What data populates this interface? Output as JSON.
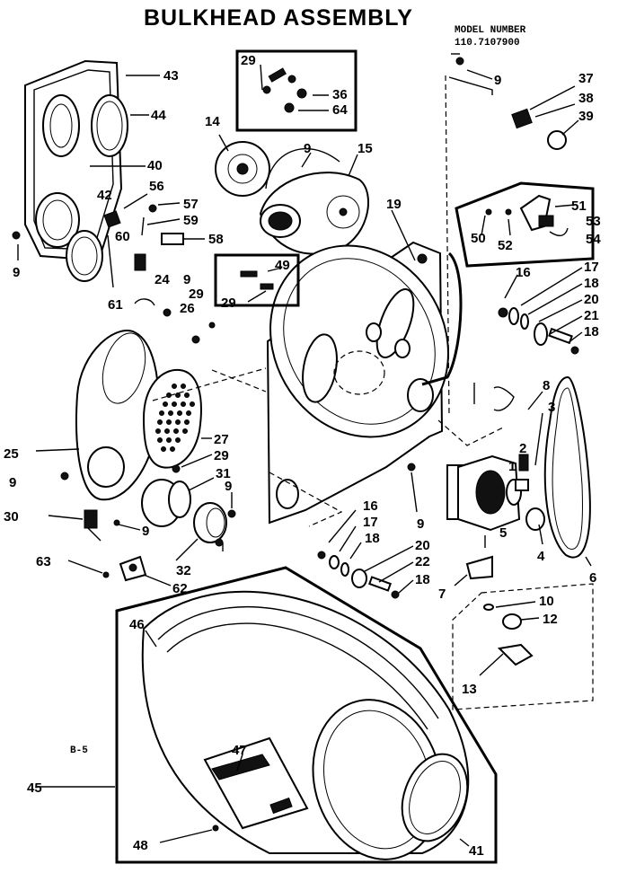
{
  "title": "BULKHEAD ASSEMBLY",
  "model_label": "MODEL NUMBER",
  "model_number": "110.7107900",
  "page_ref": "B-5",
  "callouts": {
    "c43": "43",
    "c44": "44",
    "c40": "40",
    "c56": "56",
    "c42": "42",
    "c57": "57",
    "c59": "59",
    "c60": "60",
    "c58": "58",
    "c9a": "9",
    "c61": "61",
    "c24": "24",
    "c9b": "9",
    "c29a": "29",
    "c26": "26",
    "c14": "14",
    "c29b": "29",
    "c36": "36",
    "c64": "64",
    "c9c": "9",
    "c15": "15",
    "c19": "19",
    "c49": "49",
    "c29c": "29",
    "c9d": "9",
    "c37": "37",
    "c38": "38",
    "c39": "39",
    "c51": "51",
    "c53": "53",
    "c54": "54",
    "c50": "50",
    "c52": "52",
    "c16a": "16",
    "c17a": "17",
    "c18a": "18",
    "c20a": "20",
    "c21": "21",
    "c18b": "18",
    "c8": "8",
    "c3": "3",
    "c2": "2",
    "c1": "1",
    "c5": "5",
    "c4": "4",
    "c6": "6",
    "c25": "25",
    "c27": "27",
    "c29d": "29",
    "c9e": "9",
    "c31": "31",
    "c9f": "9",
    "c30": "30",
    "c9g": "9",
    "c63": "63",
    "c32": "32",
    "c62": "62",
    "c16b": "16",
    "c17b": "17",
    "c18c": "18",
    "c9h": "9",
    "c20b": "20",
    "c22": "22",
    "c18d": "18",
    "c7": "7",
    "c10": "10",
    "c12": "12",
    "c13": "13",
    "c46": "46",
    "c45": "45",
    "c47": "47",
    "c48": "48",
    "c41": "41"
  }
}
